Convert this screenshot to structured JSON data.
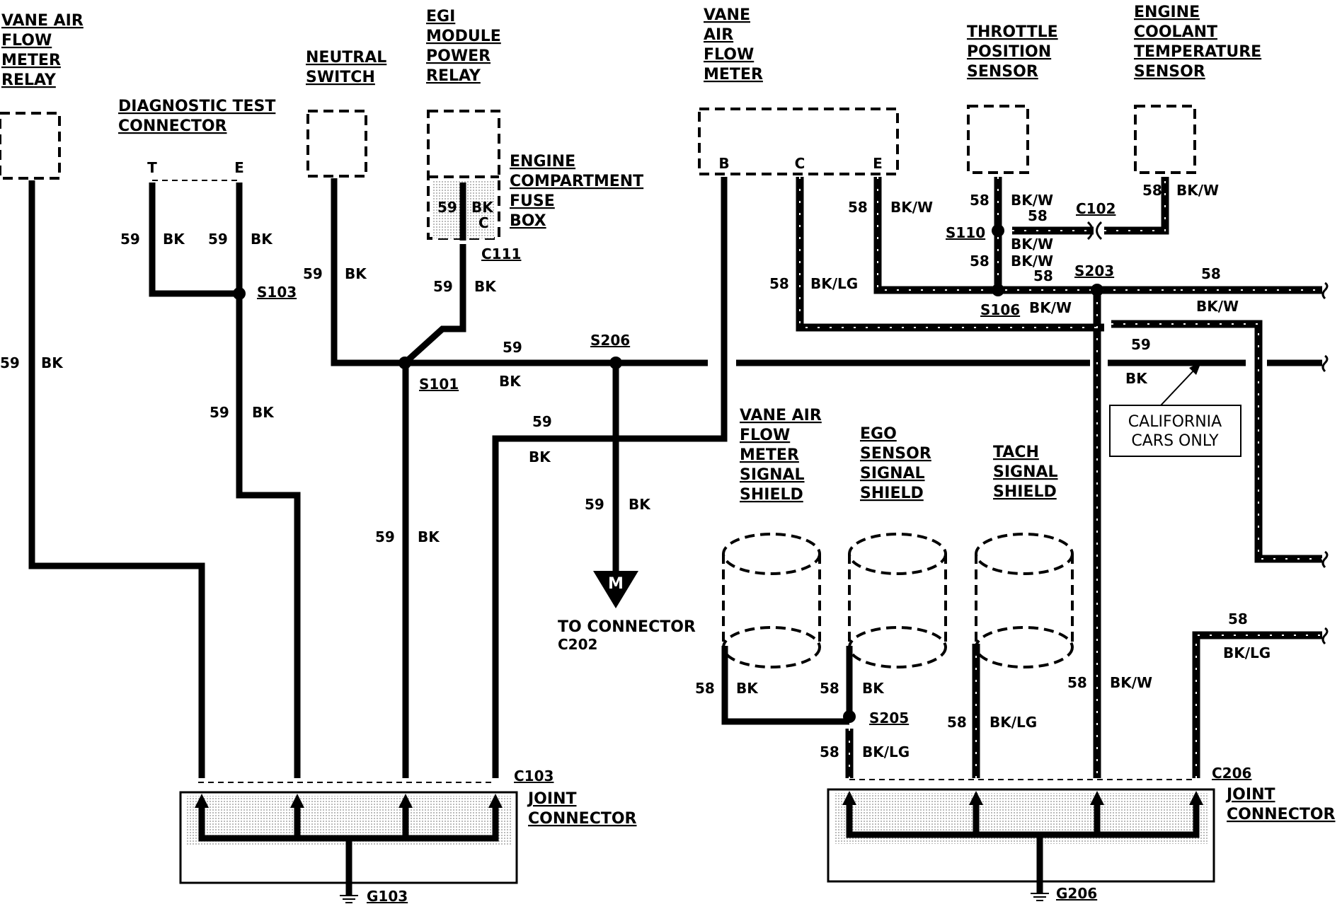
{
  "components": {
    "vaf_relay": [
      "VANE AIR",
      "FLOW",
      "METER",
      "RELAY"
    ],
    "diag_connector": [
      "DIAGNOSTIC TEST",
      "CONNECTOR"
    ],
    "neutral_switch": [
      "NEUTRAL",
      "SWITCH"
    ],
    "egi_relay": [
      "EGI",
      "MODULE",
      "POWER",
      "RELAY"
    ],
    "fuse_box": [
      "ENGINE",
      "COMPARTMENT",
      "FUSE",
      "BOX"
    ],
    "vaf_meter": [
      "VANE",
      "AIR",
      "FLOW",
      "METER"
    ],
    "tps": [
      "THROTTLE",
      "POSITION",
      "SENSOR"
    ],
    "ects": [
      "ENGINE",
      "COOLANT",
      "TEMPERATURE",
      "SENSOR"
    ],
    "vaf_shield": [
      "VANE AIR",
      "FLOW",
      "METER",
      "SIGNAL",
      "SHIELD"
    ],
    "ego_shield": [
      "EGO",
      "SENSOR",
      "SIGNAL",
      "SHIELD"
    ],
    "tach_shield": [
      "TACH",
      "SIGNAL",
      "SHIELD"
    ],
    "joint_left": [
      "JOINT",
      "CONNECTOR"
    ],
    "joint_right": [
      "JOINT",
      "CONNECTOR"
    ],
    "to_connector": [
      "TO CONNECTOR",
      "C202"
    ],
    "california": [
      "CALIFORNIA",
      "CARS ONLY"
    ]
  },
  "pins": {
    "t": "T",
    "e": "E",
    "b": "B",
    "c": "C",
    "e2": "E",
    "m": "M",
    "fuse_c": "C"
  },
  "splices": {
    "s103": "S103",
    "s101": "S101",
    "s206": "S206",
    "s110": "S110",
    "s106": "S106",
    "s203": "S203",
    "s205": "S205"
  },
  "connectors": {
    "c111": "C111",
    "c102": "C102",
    "c103": "C103",
    "c206": "C206"
  },
  "grounds": {
    "g103": "G103",
    "g206": "G206"
  },
  "circuits": {
    "c59": "59",
    "c58": "58"
  },
  "colors": {
    "bk": "BK",
    "bkw": "BK/W",
    "bklg": "BK/LG"
  }
}
